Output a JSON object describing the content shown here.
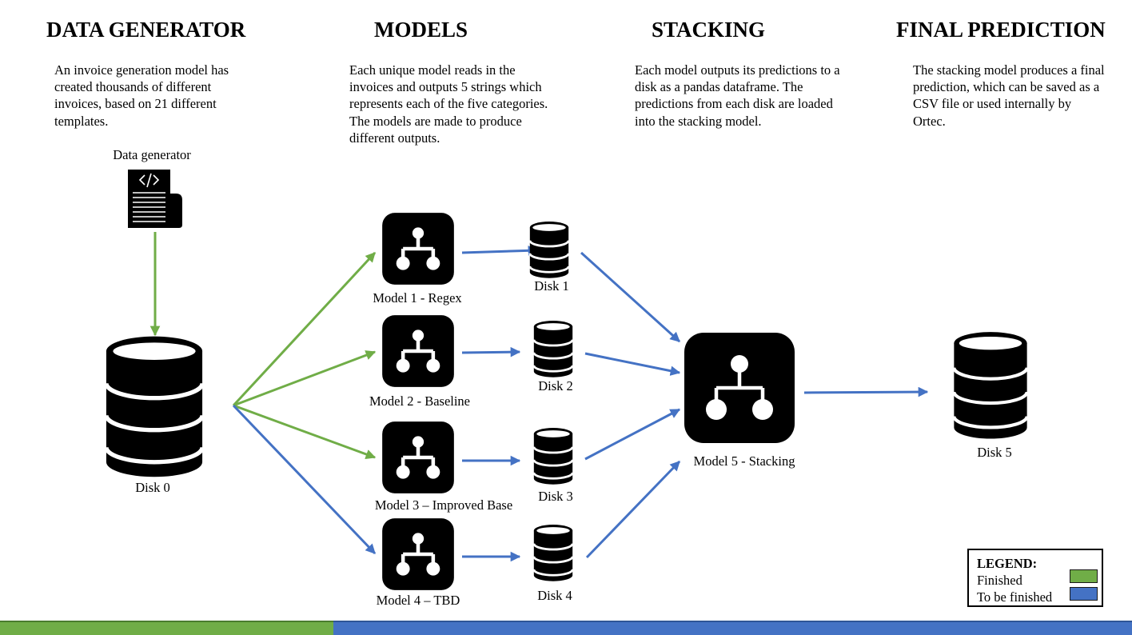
{
  "colors": {
    "finished": "#70ad47",
    "to_be_finished": "#4472c4",
    "icon": "#000000"
  },
  "columns": [
    {
      "heading": "DATA GENERATOR",
      "description": "An invoice generation model has created thousands of different invoices, based on 21 different templates."
    },
    {
      "heading": "MODELS",
      "description": "Each unique model reads in the invoices and outputs 5 strings which represents each of the five categories. The models are made to produce different outputs."
    },
    {
      "heading": "STACKING",
      "description": "Each model outputs its predictions to a disk as a pandas dataframe. The predictions from each disk are loaded into the stacking model."
    },
    {
      "heading": "FINAL PREDICTION",
      "description": "The stacking model produces a final prediction, which can be saved as a CSV file or used internally by Ortec."
    }
  ],
  "nodes": {
    "data_generator": {
      "label": "Data generator",
      "icon": "code-document-icon"
    },
    "disk0": {
      "label": "Disk 0",
      "icon": "database-icon"
    },
    "model1": {
      "label": "Model 1 - Regex",
      "icon": "model-hierarchy-icon"
    },
    "model2": {
      "label": "Model 2 - Baseline",
      "icon": "model-hierarchy-icon"
    },
    "model3": {
      "label": "Model 3 – Improved Base",
      "icon": "model-hierarchy-icon"
    },
    "model4": {
      "label": "Model 4 – TBD",
      "icon": "model-hierarchy-icon"
    },
    "disk1": {
      "label": "Disk 1",
      "icon": "database-icon"
    },
    "disk2": {
      "label": "Disk 2",
      "icon": "database-icon"
    },
    "disk3": {
      "label": "Disk 3",
      "icon": "database-icon"
    },
    "disk4": {
      "label": "Disk 4",
      "icon": "database-icon"
    },
    "model5": {
      "label": "Model 5 - Stacking",
      "icon": "model-hierarchy-icon"
    },
    "disk5": {
      "label": "Disk 5",
      "icon": "database-icon"
    }
  },
  "edges": [
    {
      "from": "data_generator",
      "to": "disk0",
      "status": "finished"
    },
    {
      "from": "disk0",
      "to": "model1",
      "status": "finished"
    },
    {
      "from": "disk0",
      "to": "model2",
      "status": "finished"
    },
    {
      "from": "disk0",
      "to": "model3",
      "status": "finished"
    },
    {
      "from": "disk0",
      "to": "model4",
      "status": "to_be_finished"
    },
    {
      "from": "model1",
      "to": "disk1",
      "status": "to_be_finished"
    },
    {
      "from": "model2",
      "to": "disk2",
      "status": "to_be_finished"
    },
    {
      "from": "model3",
      "to": "disk3",
      "status": "to_be_finished"
    },
    {
      "from": "model4",
      "to": "disk4",
      "status": "to_be_finished"
    },
    {
      "from": "disk1",
      "to": "model5",
      "status": "to_be_finished"
    },
    {
      "from": "disk2",
      "to": "model5",
      "status": "to_be_finished"
    },
    {
      "from": "disk3",
      "to": "model5",
      "status": "to_be_finished"
    },
    {
      "from": "disk4",
      "to": "model5",
      "status": "to_be_finished"
    },
    {
      "from": "model5",
      "to": "disk5",
      "status": "to_be_finished"
    }
  ],
  "legend": {
    "title": "LEGEND:",
    "finished": "Finished",
    "to_be_finished": "To be finished"
  }
}
